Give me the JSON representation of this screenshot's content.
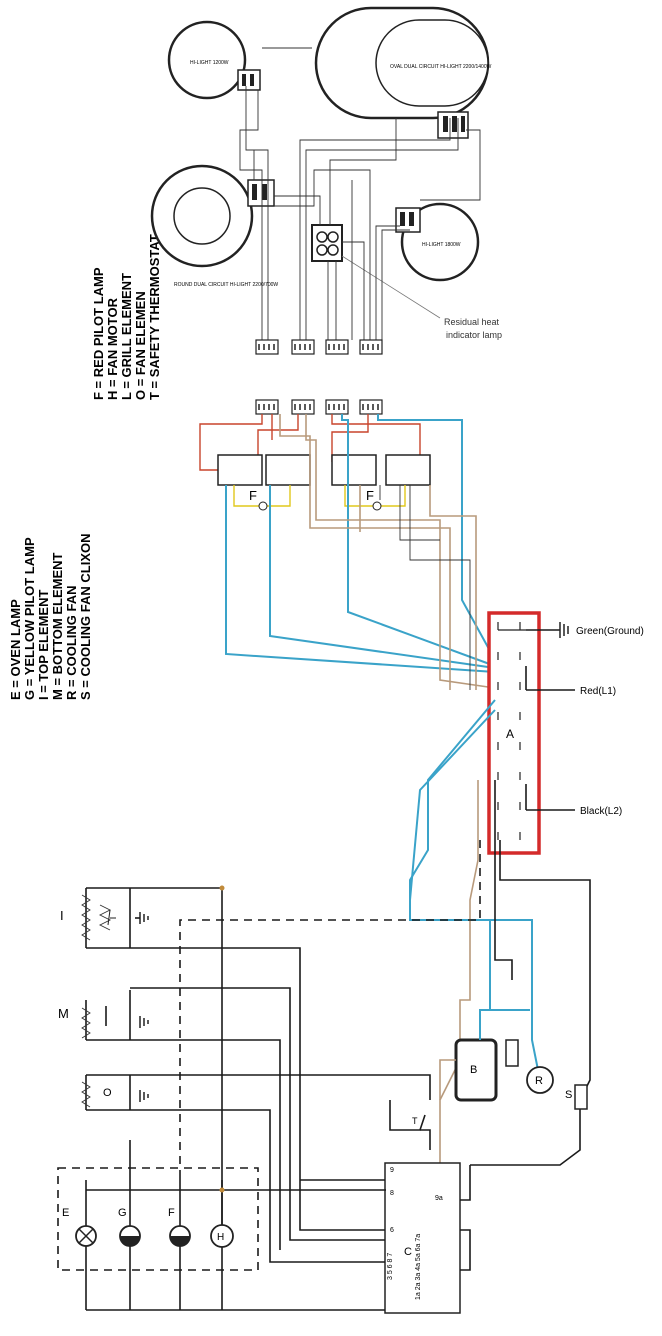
{
  "legend": {
    "right_column": [
      "F = RED PILOT LAMP",
      "H = FAN MOTOR",
      "L = GRILL ELEMENT",
      "O = FAN ELEMEN",
      "T = SAFETY THERMOSTAT"
    ],
    "left_column": [
      "E = OVEN LAMP",
      "G = YELLOW PILOT LAMP",
      "I =  TOP ELEMENT",
      "M = BOTTOM ELEMENT",
      "R = COOLING FAN",
      "S = COOLING FAN CLIXON"
    ]
  },
  "hob": {
    "burner_top_left": "HI-LIGHT 1200W",
    "burner_oval": "OVAL DUAL CIRCUIT HI-LIGHT 2200/1400W",
    "burner_round": "ROUND DUAL CIRCUIT HI-LIGHT 2200/700W",
    "burner_right": "HI-LIGHT 1800W",
    "residual_lamp_label": "Residual heat\nindicator lamp"
  },
  "terminal": {
    "label": "A",
    "green": "Green(Ground)",
    "red": "Red(L1)",
    "black": "Black(L2)"
  },
  "components": {
    "pilot_f": "F",
    "pilot_f2": "F",
    "elem_i": "I",
    "elem_m": "M",
    "elem_o": "O",
    "elem_e": "E",
    "elem_g": "G",
    "elem_f": "F",
    "elem_h": "H",
    "switch_b": "B",
    "cool_fan": "R",
    "clixon": "S",
    "thermo_t": "T",
    "selector_c": "C",
    "selector_pins": "1a 2a 3a 4a 5a 6a 7a",
    "selector_pins2": "3 5 6 8 7",
    "pin_9": "9",
    "pin_6": "6",
    "pin_8": "8",
    "pin_9a": "9a"
  },
  "colors": {
    "wire_black": "#1a1a1a",
    "wire_blue": "#3aa3c9",
    "wire_red": "#c8442c",
    "wire_yellow": "#e0c81c",
    "wire_brown": "#b89a7c",
    "terminal_box": "#d42a2a"
  }
}
